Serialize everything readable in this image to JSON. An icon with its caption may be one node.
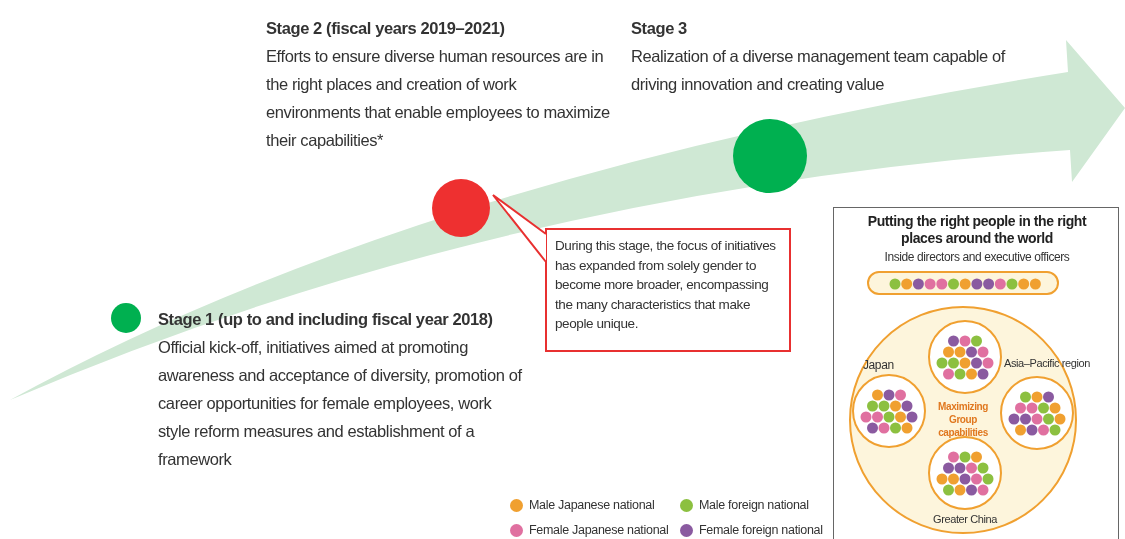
{
  "diagram": {
    "nodes": [
      {
        "text": [],
        "shape": "circle",
        "beside": [
          "Stage 1 (up to and including fiscal year 2018)",
          "Official kick-off, initiatives aimed at promoting awareness and acceptance of diversity, promotion of career opportunities for female employees, work style reform measures and establishment of a framework"
        ]
      },
      {
        "text": [],
        "shape": "circle",
        "beside": [
          "Stage 2 (fiscal years 2019–2021)",
          "Efforts to ensure diverse human resources are in the right places and creation of work environments that enable employees to maximize their capabilities*"
        ]
      },
      {
        "text": [],
        "shape": "circle",
        "beside": [
          "Stage 3",
          "Realization of a diverse management team capable of driving innovation and creating value"
        ]
      },
      {
        "text": [
          "During this stage, the focus of initiatives has expanded from solely gender to become more broader, encompassing the many characteristics that make people unique."
        ]
      },
      {
        "text": [
          "Putting the right people in the right places around the world",
          "Inside directors and executive officers"
        ]
      },
      {
        "text": [],
        "shape": "bar",
        "in": 4
      },
      {
        "text": [
          "Maximizing Group capabilities"
        ],
        "in": 4
      },
      {
        "text": [],
        "shape": "circle",
        "in": 6
      },
      {
        "text": [],
        "shape": "circle",
        "in": 6,
        "beside": [
          "Japan"
        ]
      },
      {
        "text": [],
        "shape": "circle",
        "in": 6,
        "beside": [
          "Asia–Pacific region"
        ]
      },
      {
        "text": [],
        "shape": "circle",
        "in": 6,
        "beside": [
          "Greater China"
        ]
      }
    ],
    "edges": [
      {
        "from": 3,
        "to": 1,
        "arrow": "none"
      }
    ],
    "legend": [
      {
        "text": "Male Japanese national",
        "color": "#f0a030"
      },
      {
        "text": "Male foreign national",
        "color": "#8cc040"
      },
      {
        "text": "Female Japanese national",
        "color": "#e070a0"
      },
      {
        "text": "Female foreign national",
        "color": "#8a5aa0"
      }
    ]
  }
}
